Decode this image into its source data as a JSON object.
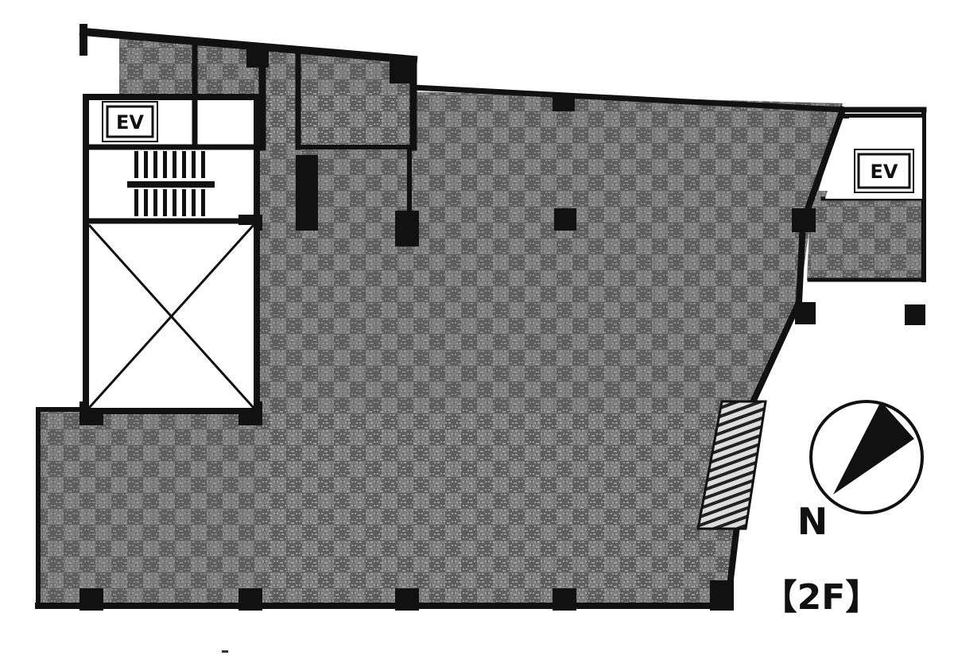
{
  "labels": {
    "ev_left": "EV",
    "ev_right": "EV",
    "north": "N",
    "floor": "【2F】"
  },
  "colors": {
    "wall": "#111111",
    "floor_base": "#7c7c7c",
    "floor_light": "#a9a9a9",
    "floor_dark": "#595959",
    "paper": "#ffffff"
  },
  "icons": {
    "compass": "north-arrow-icon",
    "void": "void-x-icon",
    "stairs": "stairs-icon"
  }
}
